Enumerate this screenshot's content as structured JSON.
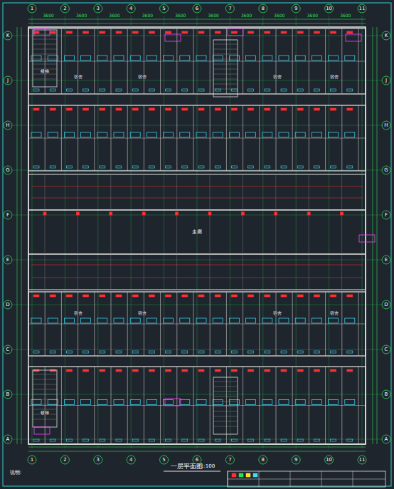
{
  "diagram": {
    "title": "一层平面图",
    "labels": [
      "1",
      "2",
      "3",
      "4",
      "5",
      "6",
      "7",
      "8",
      "9",
      "10",
      "11",
      "1",
      "2",
      "3",
      "4",
      "5",
      "6",
      "7",
      "8",
      "9",
      "10",
      "11",
      "A",
      "B",
      "C",
      "D",
      "E",
      "F",
      "G",
      "H",
      "J",
      "K",
      "A",
      "B",
      "C",
      "D",
      "E",
      "F",
      "G",
      "H",
      "J",
      "K",
      "3600",
      "3600",
      "3600",
      "3600",
      "3600",
      "3600",
      "3600",
      "3600",
      "3600",
      "3600",
      "宿舍",
      "宿舍",
      "宿舍",
      "宿舍",
      "宿舍",
      "宿舍",
      "宿舍",
      "宿舍",
      "楼梯",
      "楼梯",
      "走廊",
      "1:100",
      "说明:"
    ]
  }
}
